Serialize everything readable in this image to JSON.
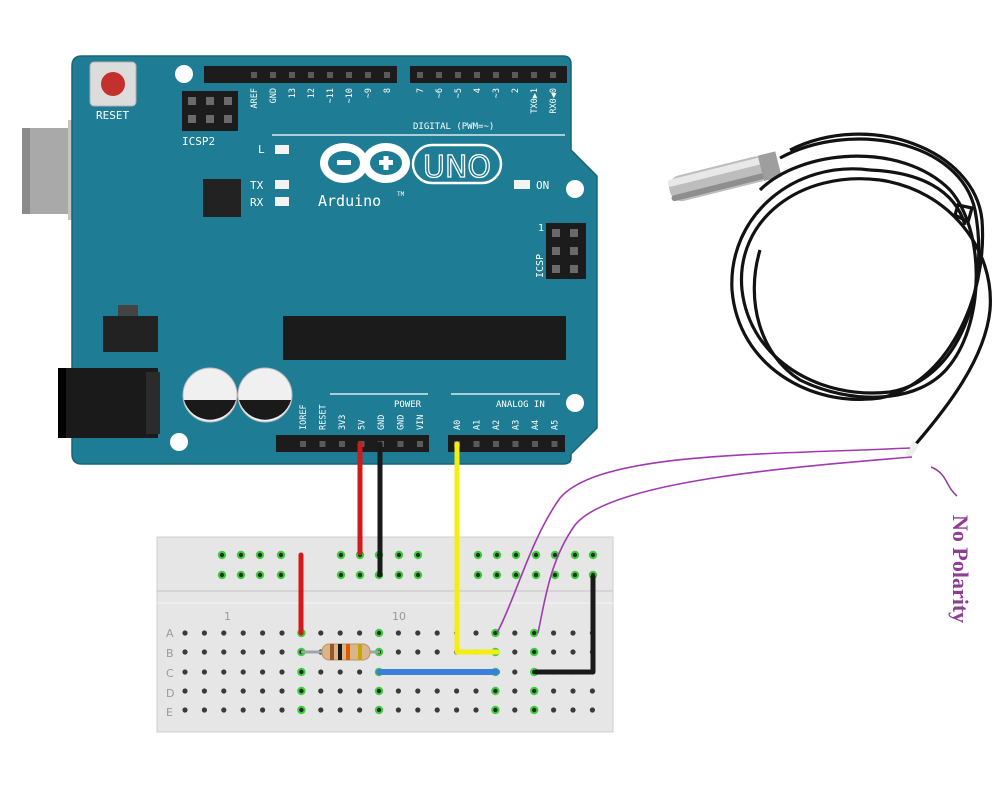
{
  "board": {
    "reset_label": "RESET",
    "icsp2_label": "ICSP2",
    "icsp_label": "ICSP",
    "icsp_pin1": "1",
    "l_label": "L",
    "tx_label": "TX",
    "rx_label": "RX",
    "on_label": "ON",
    "uno_label": "UNO",
    "brand_label": "Arduino",
    "tm_label": "TM",
    "digital_label": "DIGITAL (PWM=~)",
    "power_label": "POWER",
    "analog_label": "ANALOG IN",
    "digital_pins_left": [
      "AREF",
      "GND",
      "13",
      "12",
      "~11",
      "~10",
      "~9",
      "8"
    ],
    "digital_pins_right": [
      "7",
      "~6",
      "~5",
      "4",
      "~3",
      "2",
      "TX0▶1",
      "RX0◀0"
    ],
    "power_pins": [
      "IOREF",
      "RESET",
      "3V3",
      "5V",
      "GND",
      "GND",
      "VIN"
    ],
    "analog_pins": [
      "A0",
      "A1",
      "A2",
      "A3",
      "A4",
      "A5"
    ]
  },
  "breadboard": {
    "rows": [
      "A",
      "B",
      "C",
      "D",
      "E"
    ],
    "column_numbers": [
      "1",
      "10"
    ]
  },
  "annotation": {
    "text": "No Polarity",
    "color": "#8e3c96"
  },
  "colors": {
    "board": "#1e7c94",
    "wire_red": "#d11a1a",
    "wire_black": "#1a1a1a",
    "wire_yellow": "#f4ee10",
    "wire_blue": "#3b7fdc",
    "sensor_lead": "#a03ab0"
  }
}
